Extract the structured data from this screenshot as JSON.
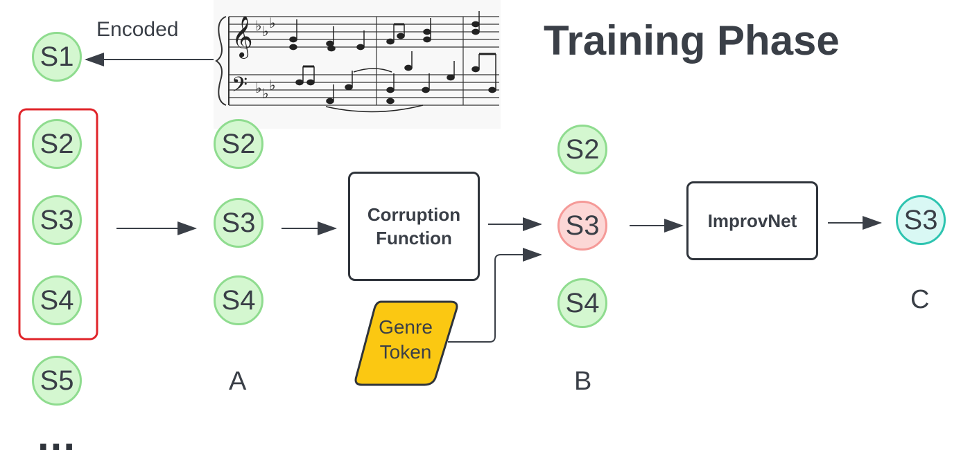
{
  "title": "Training Phase",
  "encoded_label": "Encoded",
  "sequence": {
    "s1": "S1",
    "s2": "S2",
    "s3": "S3",
    "s4": "S4",
    "s5": "S5",
    "more": "..."
  },
  "stage_a": {
    "s2": "S2",
    "s3": "S3",
    "s4": "S4",
    "label": "A"
  },
  "corruption_function": {
    "label": "Corruption\nFunction"
  },
  "genre_token": {
    "label": "Genre\nToken"
  },
  "stage_b": {
    "s2": "S2",
    "s3": "S3",
    "s4": "S4",
    "label": "B"
  },
  "model": {
    "label": "ImprovNet"
  },
  "stage_c": {
    "s3": "S3",
    "label": "C"
  },
  "colors": {
    "segment_fill": "#d4f7d0",
    "segment_border": "#8fdc8f",
    "corrupted_fill": "#fcd7d6",
    "corrupted_border": "#f59a98",
    "output_fill": "#d9f8f4",
    "output_border": "#2ec4b0",
    "genre_fill": "#fbc812",
    "selection_border": "#e0242a",
    "arrow": "#3a3f47"
  },
  "icons": {
    "score": "sheet-music-icon"
  }
}
